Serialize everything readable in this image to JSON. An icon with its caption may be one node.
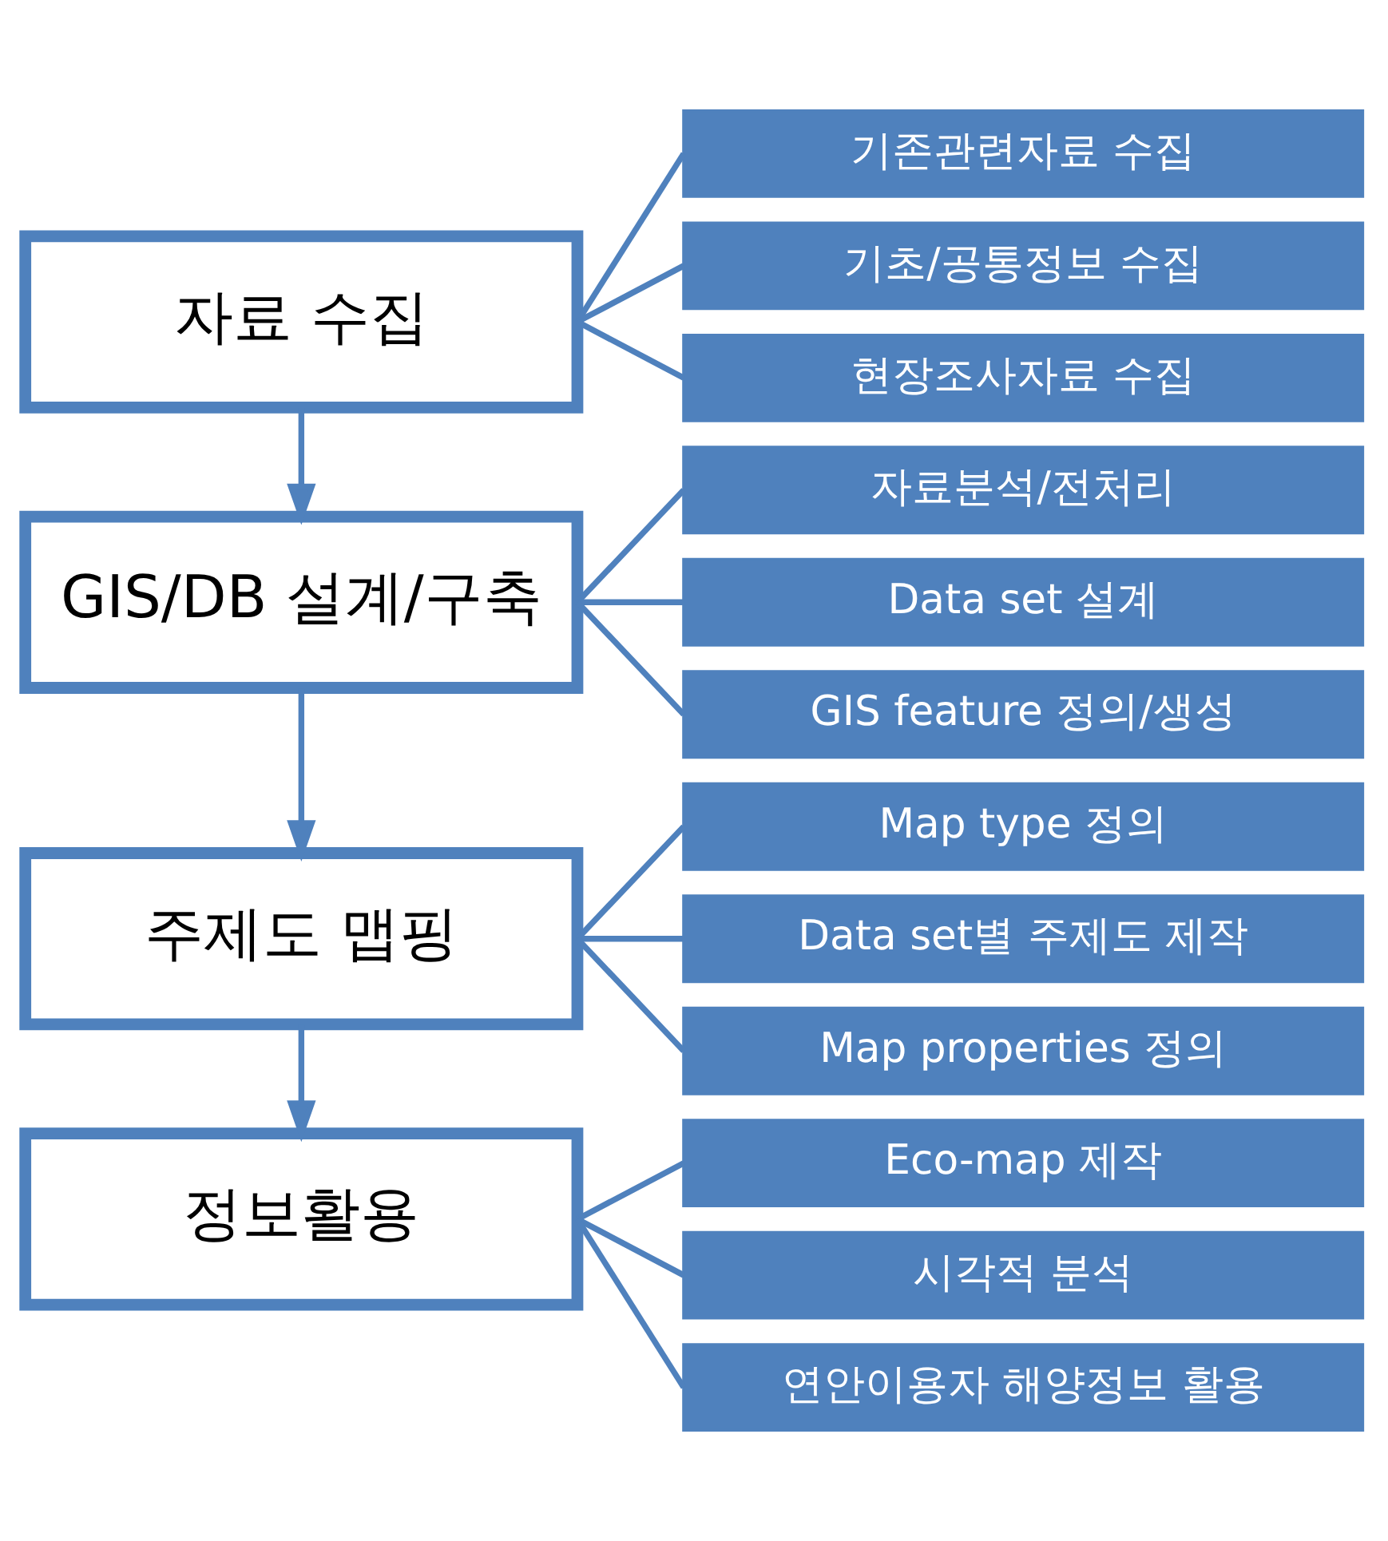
{
  "diagram": {
    "nodes": [
      {
        "text": [
          "자료 수집"
        ]
      },
      {
        "text": [
          "기존관련자료 수집"
        ]
      },
      {
        "text": [
          "기초/공통정보 수집"
        ]
      },
      {
        "text": [
          "현장조사자료 수집"
        ]
      },
      {
        "text": [
          "GIS/DB 설계/구축"
        ]
      },
      {
        "text": [
          "자료분석/전처리"
        ]
      },
      {
        "text": [
          "Data set 설계"
        ]
      },
      {
        "text": [
          "GIS feature 정의/생성"
        ]
      },
      {
        "text": [
          "주제도 맵핑"
        ]
      },
      {
        "text": [
          "Map type 정의"
        ]
      },
      {
        "text": [
          "Data set별 주제도 제작"
        ]
      },
      {
        "text": [
          "Map properties 정의"
        ]
      },
      {
        "text": [
          "정보활용"
        ]
      },
      {
        "text": [
          "Eco-map 제작"
        ]
      },
      {
        "text": [
          "시각적 분석"
        ]
      },
      {
        "text": [
          "연안이용자 해양정보 활용"
        ]
      }
    ],
    "edges": [
      {
        "from": 0,
        "to": 1,
        "arrow": "none"
      },
      {
        "from": 0,
        "to": 2,
        "arrow": "none"
      },
      {
        "from": 0,
        "to": 3,
        "arrow": "none"
      },
      {
        "from": 0,
        "to": 4,
        "arrow": "to"
      },
      {
        "from": 4,
        "to": 5,
        "arrow": "none"
      },
      {
        "from": 4,
        "to": 6,
        "arrow": "none"
      },
      {
        "from": 4,
        "to": 7,
        "arrow": "none"
      },
      {
        "from": 4,
        "to": 8,
        "arrow": "to"
      },
      {
        "from": 8,
        "to": 9,
        "arrow": "none"
      },
      {
        "from": 8,
        "to": 10,
        "arrow": "none"
      },
      {
        "from": 8,
        "to": 11,
        "arrow": "none"
      },
      {
        "from": 8,
        "to": 12,
        "arrow": "to"
      },
      {
        "from": 12,
        "to": 13,
        "arrow": "none"
      },
      {
        "from": 12,
        "to": 14,
        "arrow": "none"
      },
      {
        "from": 12,
        "to": 15,
        "arrow": "none"
      }
    ]
  }
}
